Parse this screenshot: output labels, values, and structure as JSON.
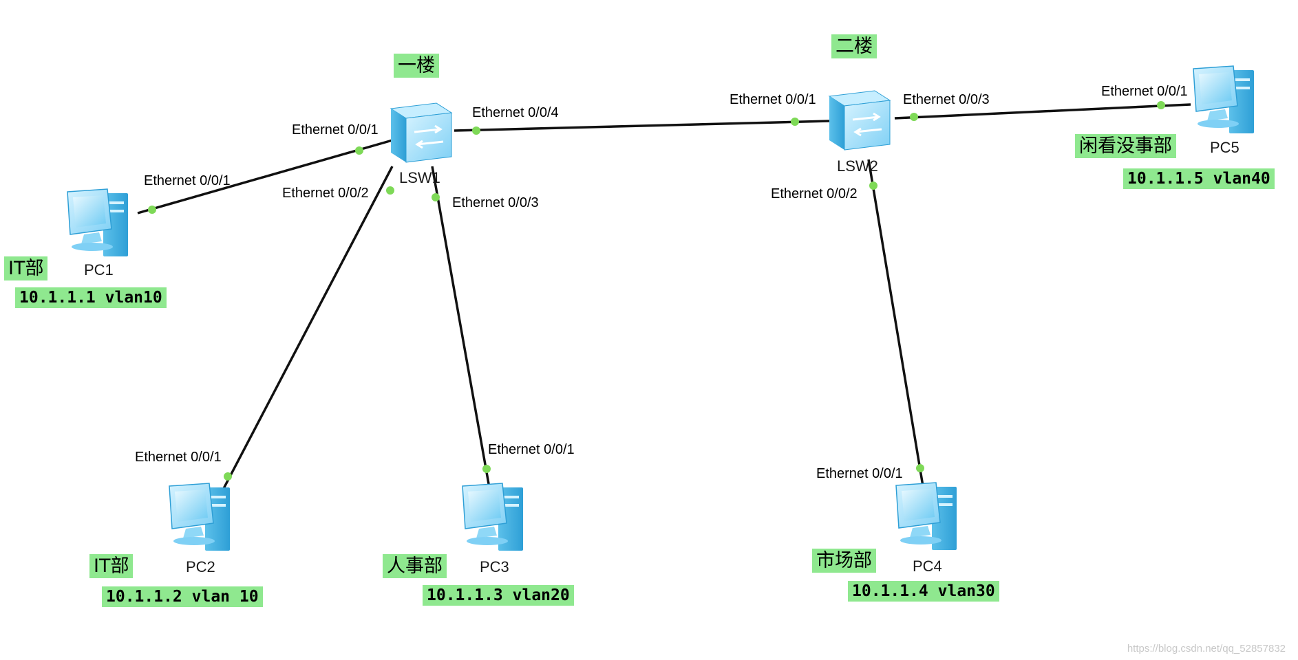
{
  "switches": {
    "lsw1": {
      "name": "LSW1",
      "floor": "一楼"
    },
    "lsw2": {
      "name": "LSW2",
      "floor": "二楼"
    }
  },
  "pcs": {
    "pc1": {
      "name": "PC1",
      "dept": "IT部",
      "addr": "10.1.1.1 vlan10"
    },
    "pc2": {
      "name": "PC2",
      "dept": "IT部",
      "addr": "10.1.1.2 vlan 10"
    },
    "pc3": {
      "name": "PC3",
      "dept": "人事部",
      "addr": "10.1.1.3 vlan20"
    },
    "pc4": {
      "name": "PC4",
      "dept": "市场部",
      "addr": "10.1.1.4 vlan30"
    },
    "pc5": {
      "name": "PC5",
      "dept": "闲看没事部",
      "addr": "10.1.1.5 vlan40"
    }
  },
  "links": [
    {
      "id": "lsw1-pc1",
      "from": "LSW1",
      "from_port": "Ethernet 0/0/1",
      "to": "PC1",
      "to_port": "Ethernet 0/0/1"
    },
    {
      "id": "lsw1-pc2",
      "from": "LSW1",
      "from_port": "Ethernet 0/0/2",
      "to": "PC2",
      "to_port": "Ethernet 0/0/1"
    },
    {
      "id": "lsw1-pc3",
      "from": "LSW1",
      "from_port": "Ethernet 0/0/3",
      "to": "PC3",
      "to_port": "Ethernet 0/0/1"
    },
    {
      "id": "lsw1-lsw2",
      "from": "LSW1",
      "from_port": "Ethernet 0/0/4",
      "to": "LSW2",
      "to_port": "Ethernet 0/0/1"
    },
    {
      "id": "lsw2-pc4",
      "from": "LSW2",
      "from_port": "Ethernet 0/0/2",
      "to": "PC4",
      "to_port": "Ethernet 0/0/1"
    },
    {
      "id": "lsw2-pc5",
      "from": "LSW2",
      "from_port": "Ethernet 0/0/3",
      "to": "PC5",
      "to_port": "Ethernet 0/0/1"
    }
  ],
  "colors": {
    "link": "#111111",
    "port_dot": "#7ed957",
    "tag_bg": "#8fe88f",
    "device_light": "#d6f3ff",
    "device_mid": "#8fd8f7",
    "device_dark": "#3aa6d9"
  },
  "icons": {
    "switch": "switch-icon",
    "pc": "pc-icon"
  },
  "watermark": "https://blog.csdn.net/qq_52857832"
}
